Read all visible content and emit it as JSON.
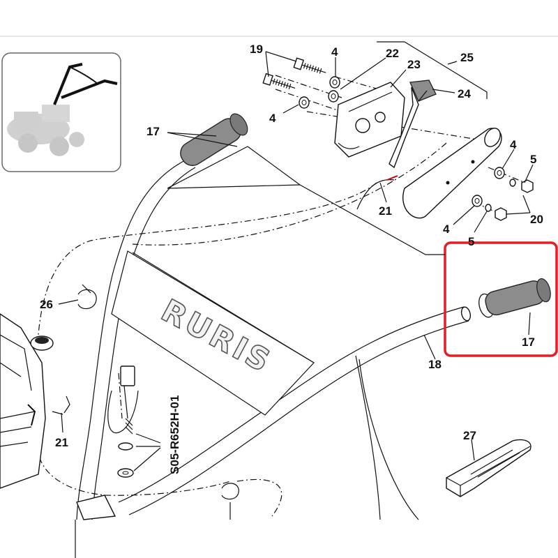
{
  "diagram": {
    "logo_text": "RURIS",
    "drawing_code": "S05-R652H-01",
    "highlight_color": "#e31e24",
    "part_labels": {
      "p19": "19",
      "p4a": "4",
      "p22": "22",
      "p25": "25",
      "p23": "23",
      "p24": "24",
      "p4b": "4",
      "p17a": "17",
      "p4c": "4",
      "p5a": "5",
      "p21a": "21",
      "p20": "20",
      "p4d": "4",
      "p5b": "5",
      "p26": "26",
      "p17b": "17",
      "p18": "18",
      "p21b": "21",
      "p27": "27"
    }
  }
}
